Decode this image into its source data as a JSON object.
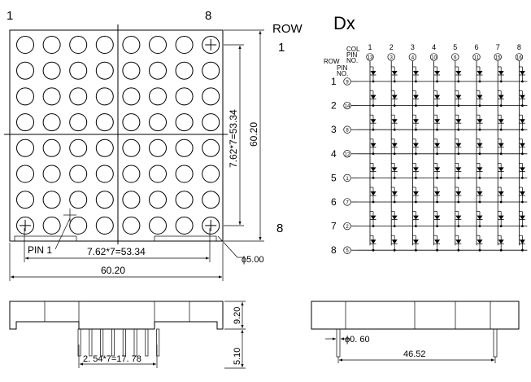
{
  "front_view": {
    "label_col_first": "1",
    "label_col_last": "8",
    "label_row_word": "ROW",
    "label_row_first": "1",
    "label_row_last": "8",
    "dim_pitch_vertical": "7.62*7=53.34",
    "dim_height": "60.20",
    "dim_pitch_horizontal": "7.62*7=53.34",
    "dim_width": "60.20",
    "pin_label": "PIN 1",
    "dot_diameter": "ϕ5.00"
  },
  "schematic": {
    "title": "Dx",
    "col_label": "COL",
    "pin_label": "PIN",
    "no_label": "NO.",
    "row_label": "ROW",
    "row_pin_label": "PIN",
    "row_no_label": "NO.",
    "columns": [
      {
        "col": "1",
        "pin": "13"
      },
      {
        "col": "2",
        "pin": "3"
      },
      {
        "col": "3",
        "pin": "4"
      },
      {
        "col": "4",
        "pin": "10"
      },
      {
        "col": "5",
        "pin": "6"
      },
      {
        "col": "6",
        "pin": "11"
      },
      {
        "col": "7",
        "pin": "15"
      },
      {
        "col": "8",
        "pin": "16"
      }
    ],
    "rows": [
      {
        "row": "1",
        "pin": "9"
      },
      {
        "row": "2",
        "pin": "14"
      },
      {
        "row": "3",
        "pin": "8"
      },
      {
        "row": "4",
        "pin": "12"
      },
      {
        "row": "5",
        "pin": "1"
      },
      {
        "row": "6",
        "pin": "7"
      },
      {
        "row": "7",
        "pin": "2"
      },
      {
        "row": "8",
        "pin": "5"
      }
    ]
  },
  "side_view_left": {
    "dim_body_height": "9.20",
    "dim_pin_length": "5.10",
    "dim_pin_pitch": "2. 54*7=17. 78"
  },
  "side_view_right": {
    "dim_pin_diameter": "ϕ0. 60",
    "dim_row_spacing": "46.52"
  }
}
